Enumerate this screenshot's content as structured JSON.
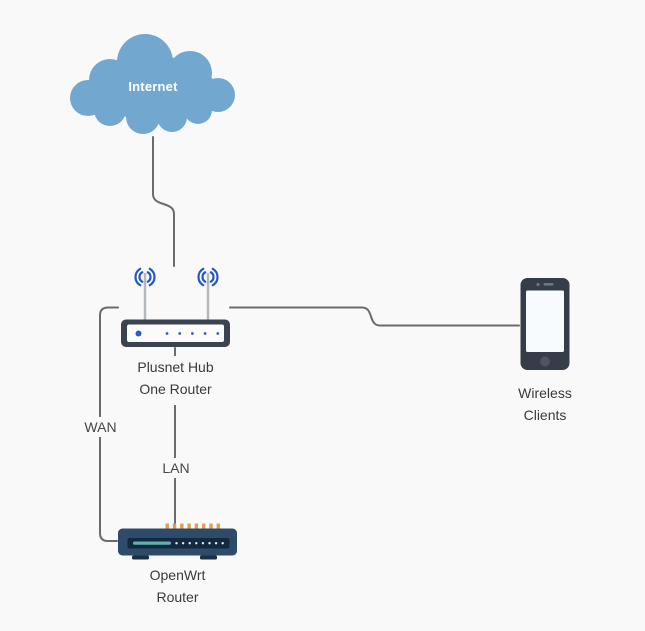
{
  "diagram": {
    "type": "network-topology",
    "background_color": "#f9f9fa",
    "edge_color": "#6b6b6b",
    "label_color": "#3a3a3a",
    "nodes": {
      "internet": {
        "label": "Internet",
        "icon": "cloud-icon",
        "fill_color": "#72a8d0",
        "label_color": "#ffffff"
      },
      "plusnet_router": {
        "label_line1": "Plusnet Hub",
        "label_line2": "One Router",
        "icon": "wireless-router-icon",
        "body_color": "#3a4350",
        "panel_color": "#fbfbfc",
        "led_color": "#2b5dc8",
        "wifi_color": "#2457c5"
      },
      "wireless_clients": {
        "label_line1": "Wireless",
        "label_line2": "Clients",
        "icon": "smartphone-icon",
        "body_color": "#353d4b",
        "screen_color": "#f8fbfe"
      },
      "openwrt_router": {
        "label_line1": "OpenWrt",
        "label_line2": "Router",
        "icon": "wired-router-icon",
        "body_color": "#2e4b69",
        "panel_color": "#132940",
        "port_color": "#dca04f",
        "stripe_color": "#5fb2ac"
      }
    },
    "edges": [
      {
        "from": "internet",
        "to": "plusnet_router",
        "label": ""
      },
      {
        "from": "plusnet_router",
        "to": "wireless_clients",
        "label": ""
      },
      {
        "from": "plusnet_router",
        "to": "openwrt_router",
        "label": "WAN"
      },
      {
        "from": "plusnet_router",
        "to": "openwrt_router",
        "label": "LAN"
      }
    ]
  }
}
